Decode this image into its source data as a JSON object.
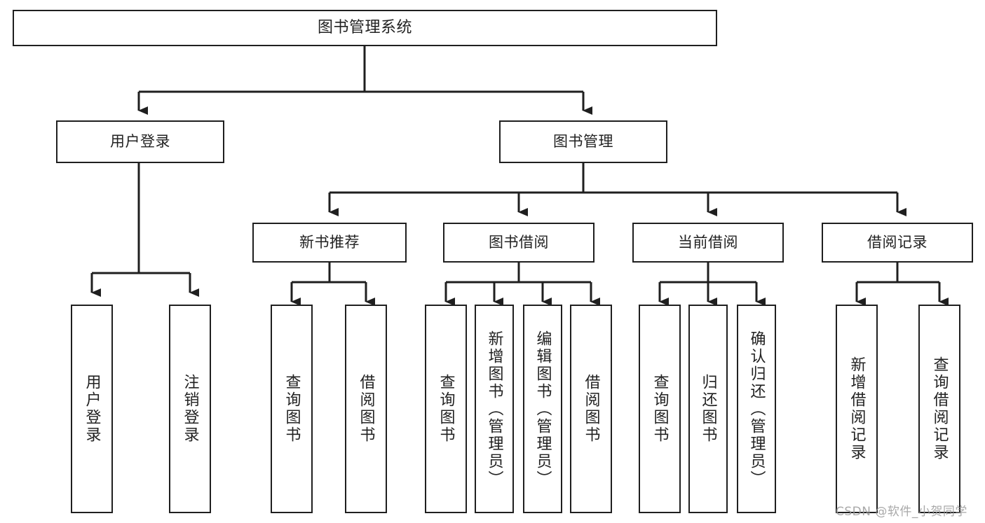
{
  "diagram": {
    "type": "tree",
    "title": "图书管理系统",
    "root": {
      "label": "图书管理系统"
    },
    "level1": [
      {
        "label": "用户登录"
      },
      {
        "label": "图书管理"
      }
    ],
    "level2": [
      {
        "label": "新书推荐"
      },
      {
        "label": "图书借阅"
      },
      {
        "label": "当前借阅"
      },
      {
        "label": "借阅记录"
      }
    ],
    "leaves": {
      "user_login": [
        {
          "label": "用户登录"
        },
        {
          "label": "注销登录"
        }
      ],
      "new_book_recommend": [
        {
          "label": "查询图书"
        },
        {
          "label": "借阅图书"
        }
      ],
      "book_borrow": [
        {
          "label": "查询图书"
        },
        {
          "label": "新增图书（管理员）"
        },
        {
          "label": "编辑图书（管理员）"
        },
        {
          "label": "借阅图书"
        }
      ],
      "current_borrow": [
        {
          "label": "查询图书"
        },
        {
          "label": "归还图书"
        },
        {
          "label": "确认归还（管理员）"
        }
      ],
      "borrow_record": [
        {
          "label": "新增借阅记录"
        },
        {
          "label": "查询借阅记录"
        }
      ]
    }
  },
  "watermark": {
    "text": "CSDN @软件_小贺同学"
  },
  "colors": {
    "stroke": "#1f1f1f",
    "background": "#ffffff",
    "text": "#222222",
    "watermark": "#9a9a9a"
  }
}
